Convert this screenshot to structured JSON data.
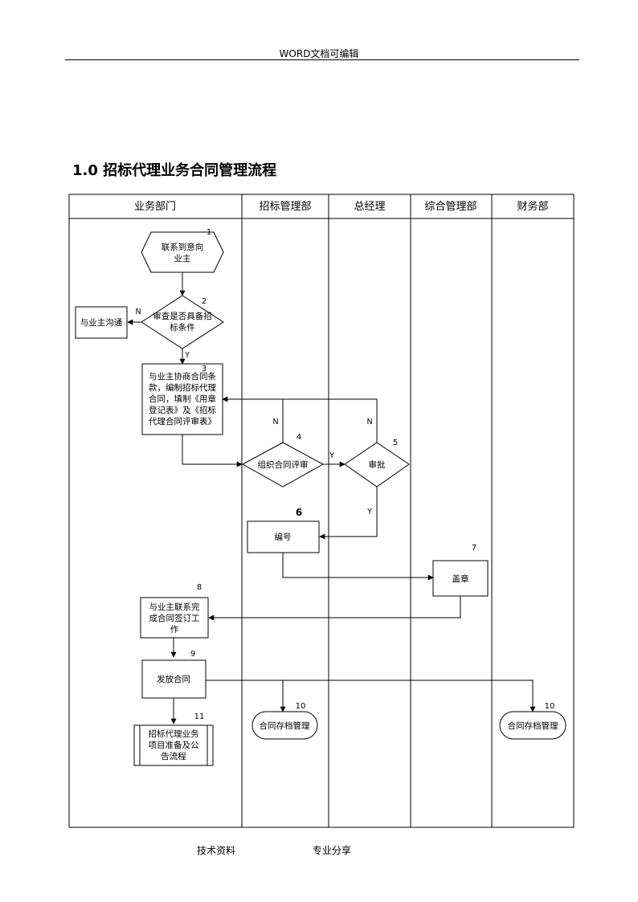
{
  "header": {
    "text": "WORD文档可编辑"
  },
  "title": "1.0 招标代理业务合同管理流程",
  "footer": {
    "left": "技术资料",
    "right": "专业分享"
  },
  "lanes": [
    "业务部门",
    "招标管理部",
    "总经理",
    "综合管理部",
    "财务部"
  ],
  "nodes": {
    "n1": {
      "num": "1",
      "lines": [
        "联系到意向",
        "业主"
      ]
    },
    "n2": {
      "num": "2",
      "lines": [
        "审查是否具备招",
        "标条件"
      ]
    },
    "n_talk": {
      "lines": [
        "与业主沟通"
      ]
    },
    "n3": {
      "num": "3",
      "lines": [
        "与业主协商合同条",
        "款，编制招标代理",
        "合同，填制《用章",
        "登记表》及《招标",
        "代理合同评审表》"
      ]
    },
    "n4": {
      "num": "4",
      "lines": [
        "组织合同评审"
      ]
    },
    "n5": {
      "num": "5",
      "lines": [
        "审批"
      ]
    },
    "n6": {
      "num": "6",
      "lines": [
        "编号"
      ]
    },
    "n7": {
      "num": "7",
      "lines": [
        "盖章"
      ]
    },
    "n8": {
      "num": "8",
      "lines": [
        "与业主联系完",
        "成合同签订工",
        "作"
      ]
    },
    "n9": {
      "num": "9",
      "lines": [
        "发放合同"
      ]
    },
    "n10a": {
      "num": "10",
      "lines": [
        "合同存档管理"
      ]
    },
    "n10b": {
      "num": "10",
      "lines": [
        "合同存档管理"
      ]
    },
    "n11": {
      "num": "11",
      "lines": [
        "招标代理业务",
        "项目准备及公",
        "告流程"
      ]
    }
  },
  "edge_labels": {
    "n2_no": "N",
    "n2_yes": "Y",
    "n4_no": "N",
    "n4_yes": "Y",
    "n5_no": "N",
    "n5_yes": "Y"
  }
}
